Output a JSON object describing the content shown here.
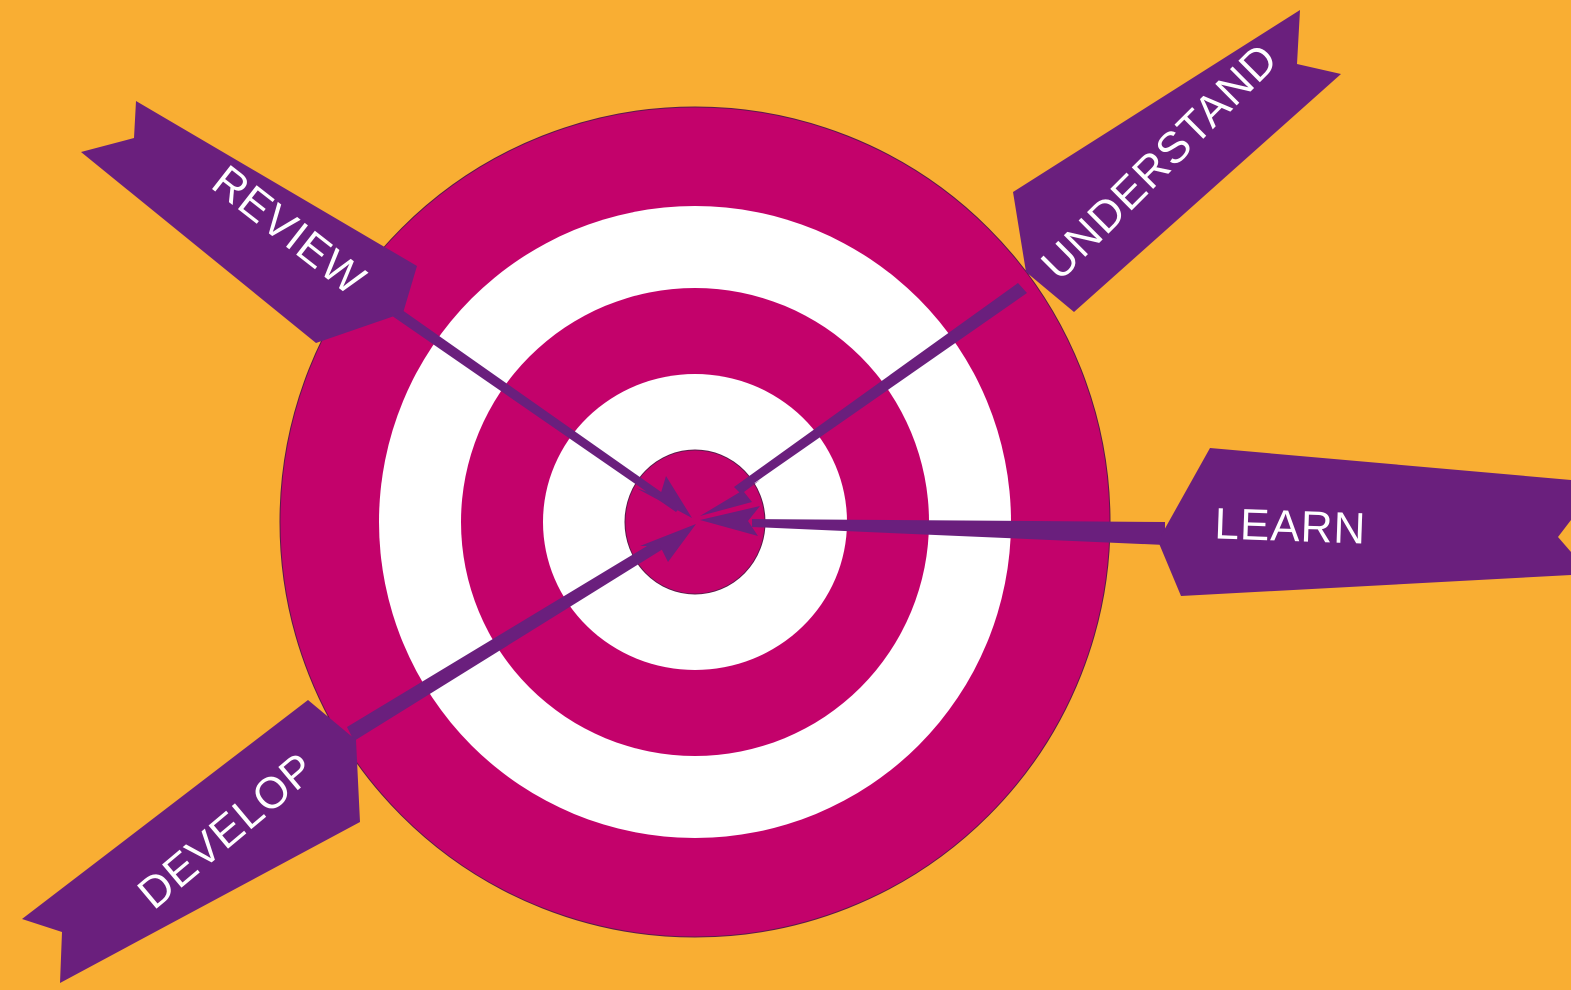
{
  "colors": {
    "background": "#f9ae33",
    "ring_magenta": "#c3026b",
    "ring_white": "#ffffff",
    "arrow_purple": "#6a1f7d",
    "label_text": "#ffffff"
  },
  "target": {
    "rings": [
      "magenta",
      "white",
      "magenta",
      "white",
      "magenta"
    ]
  },
  "arrows": [
    {
      "id": "review",
      "label": "REVIEW"
    },
    {
      "id": "understand",
      "label": "UNDERSTAND"
    },
    {
      "id": "learn",
      "label": "LEARN"
    },
    {
      "id": "develop",
      "label": "DEVELOP"
    }
  ]
}
